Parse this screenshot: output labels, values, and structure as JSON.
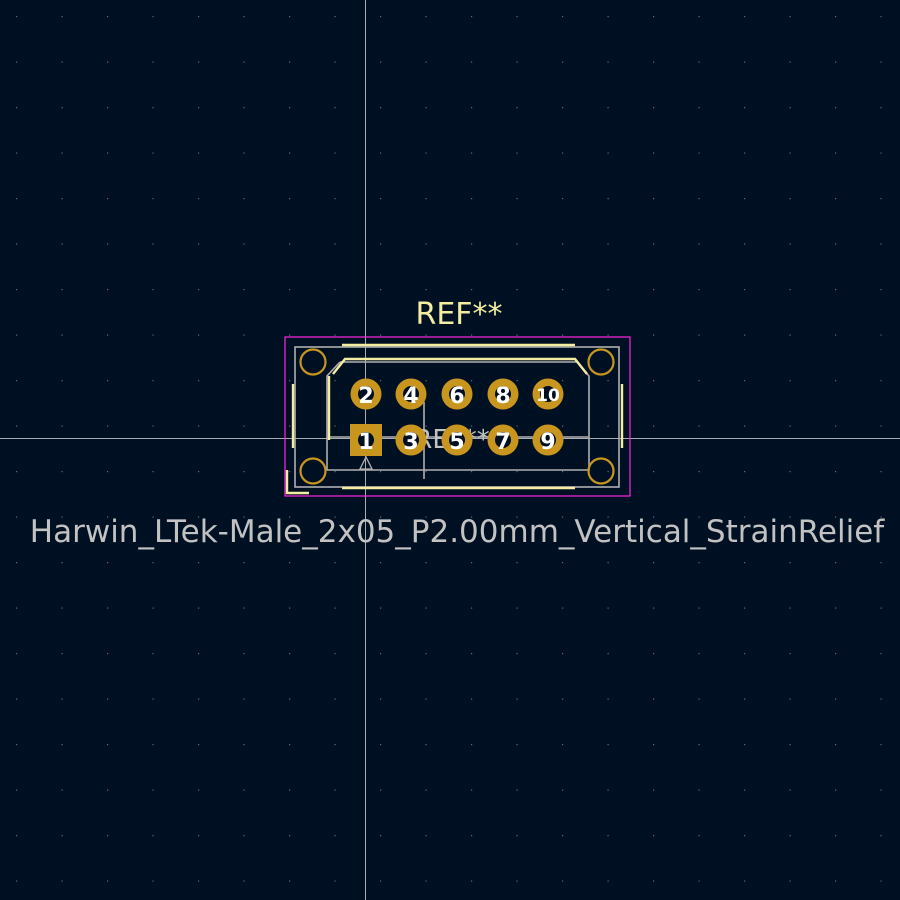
{
  "view": {
    "background_color": "#001023",
    "grid_color": "#5d6a80",
    "crosshair_color": "#c8c8c8"
  },
  "footprint": {
    "reference_silk": "REF**",
    "reference_fab": "REF**",
    "value": "Harwin_LTek-Male_2x05_P2.00mm_Vertical_StrainRelief",
    "colors": {
      "silkscreen": "#f2eda1",
      "courtyard": "#ff26e2",
      "fabrication": "#afafaf",
      "pad": "#c8961e",
      "pad_number": "#ffffff"
    },
    "pads": [
      {
        "number": "1",
        "shape": "square"
      },
      {
        "number": "2",
        "shape": "circle"
      },
      {
        "number": "3",
        "shape": "circle"
      },
      {
        "number": "4",
        "shape": "circle"
      },
      {
        "number": "5",
        "shape": "circle"
      },
      {
        "number": "6",
        "shape": "circle"
      },
      {
        "number": "7",
        "shape": "circle"
      },
      {
        "number": "8",
        "shape": "circle"
      },
      {
        "number": "9",
        "shape": "circle"
      },
      {
        "number": "10",
        "shape": "circle"
      }
    ],
    "mounting_holes": [
      "top-left",
      "top-right",
      "bottom-left",
      "bottom-right"
    ]
  }
}
